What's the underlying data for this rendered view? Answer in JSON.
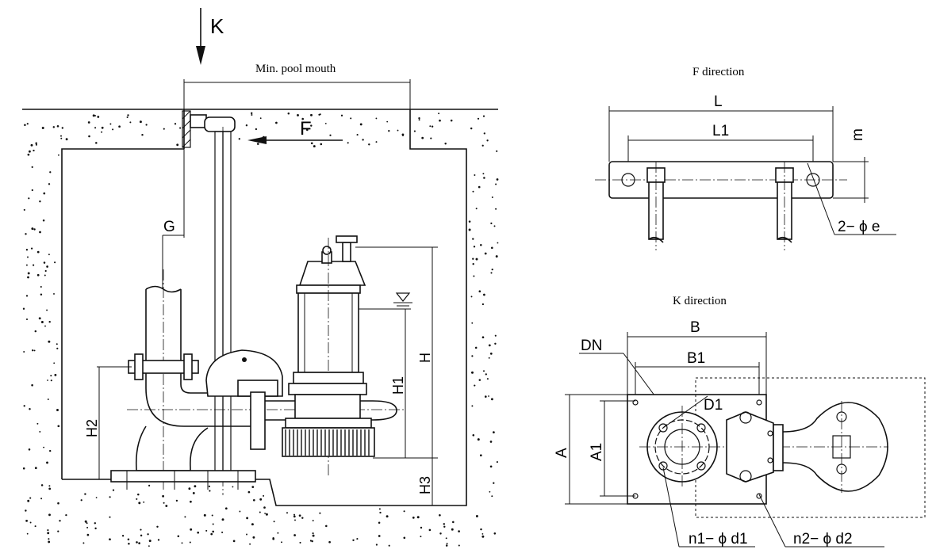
{
  "labels": {
    "k_arrow": "K",
    "min_pool_mouth": "Min. pool mouth",
    "f_arrow": "F",
    "g": "G",
    "h": "H",
    "h1": "H1",
    "h2": "H2",
    "h3": "H3",
    "f_direction": "F direction",
    "l": "L",
    "l1": "L1",
    "m": "m",
    "hole_2e": "2− ϕ e",
    "k_direction": "K direction",
    "b": "B",
    "b1": "B1",
    "dn": "DN",
    "d1": "D1",
    "a": "A",
    "a1": "A1",
    "n1_d1": "n1− ϕ d1",
    "n2_d2": "n2− ϕ d2"
  }
}
